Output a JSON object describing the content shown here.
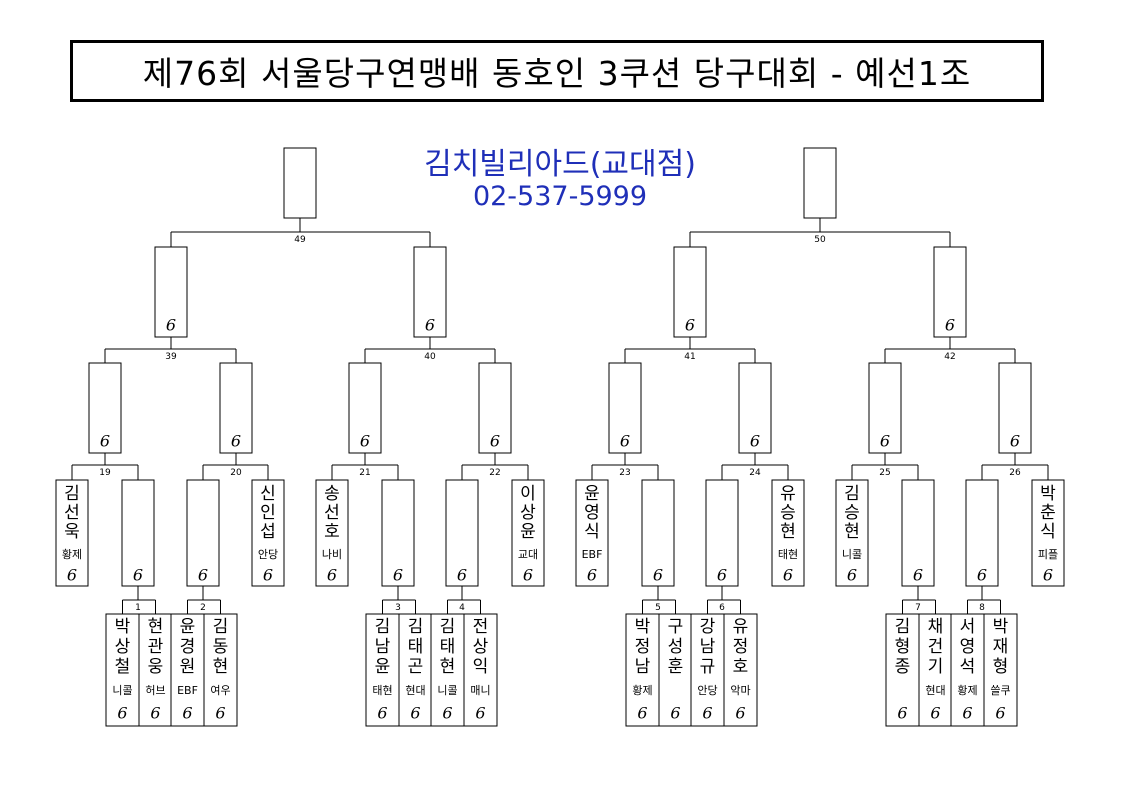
{
  "title": "제76회 서울당구연맹배 동호인 3쿠션 당구대회 - 예선1조",
  "sponsor": {
    "name": "김치빌리아드(교대점)",
    "phone": "02-537-5999"
  },
  "match_numbers": {
    "m1": "1",
    "m2": "2",
    "m3": "3",
    "m4": "4",
    "m5": "5",
    "m6": "6",
    "m7": "7",
    "m8": "8",
    "m19": "19",
    "m20": "20",
    "m21": "21",
    "m22": "22",
    "m23": "23",
    "m24": "24",
    "m25": "25",
    "m26": "26",
    "m39": "39",
    "m40": "40",
    "m41": "41",
    "m42": "42",
    "m49": "49",
    "m50": "50"
  },
  "seeded": [
    {
      "name": "김선욱",
      "club": "황제"
    },
    {
      "name": "신인섭",
      "club": "안당"
    },
    {
      "name": "송선호",
      "club": "나비"
    },
    {
      "name": "이상윤",
      "club": "교대"
    },
    {
      "name": "윤영식",
      "club": "EBF"
    },
    {
      "name": "유승현",
      "club": "태현"
    },
    {
      "name": "김승현",
      "club": "니콜"
    },
    {
      "name": "박춘식",
      "club": "피플"
    }
  ],
  "first_round": [
    {
      "name": "박상철",
      "club": "니콜"
    },
    {
      "name": "현관웅",
      "club": "허브"
    },
    {
      "name": "윤경원",
      "club": "EBF"
    },
    {
      "name": "김동현",
      "club": "여우"
    },
    {
      "name": "김남윤",
      "club": "태현"
    },
    {
      "name": "김태곤",
      "club": "현대"
    },
    {
      "name": "김태현",
      "club": "니콜"
    },
    {
      "name": "전상익",
      "club": "매니"
    },
    {
      "name": "박정남",
      "club": "황제"
    },
    {
      "name": "구성훈",
      "club": ""
    },
    {
      "name": "강남규",
      "club": "안당"
    },
    {
      "name": "유정호",
      "club": "악마"
    },
    {
      "name": "김형종",
      "club": ""
    },
    {
      "name": "채건기",
      "club": "현대"
    },
    {
      "name": "서영석",
      "club": "황제"
    },
    {
      "name": "박재형",
      "club": "쓸쿠"
    }
  ],
  "score_mark": "6"
}
